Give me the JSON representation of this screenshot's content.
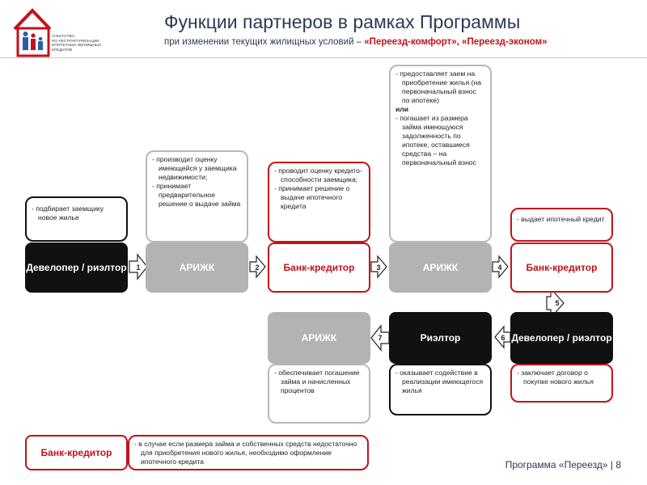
{
  "logo": {
    "lines": [
      "АГЕНТСТВО",
      "ПО РЕСТРУКТУРИЗАЦИИ",
      "ИПОТЕЧНЫХ ЖИЛИЩНЫХ",
      "КРЕДИТОВ"
    ]
  },
  "header": {
    "title": "Функции партнеров в рамках Программы",
    "subtitle_prefix": "при изменении текущих жилищных условий – ",
    "subtitle_highlight": "«Переезд-комфорт», «Переезд-эконом»"
  },
  "row1": {
    "boxes": [
      {
        "label": "Девелопер / риэлтор"
      },
      {
        "label": "АРИЖК"
      },
      {
        "label": "Банк-кредитор"
      },
      {
        "label": "АРИЖК"
      },
      {
        "label": "Банк-кредитор"
      }
    ],
    "steps": [
      "1",
      "2",
      "3",
      "4"
    ],
    "notes": [
      {
        "items": [
          "подбирает заемщику новое жилье"
        ]
      },
      {
        "items": [
          "производит оценку имеющейся у заемщика недвижимости;",
          "принимает предварительное решение о выдаче займа"
        ]
      },
      {
        "items": [
          "проводит оценку кредито-способности заемщика;",
          "принимает решение о выдаче ипотечного кредита"
        ]
      },
      {
        "item1": "предоставляет заем на приобретение жилья (на первоначальный взнос по ипотеке)",
        "conj": "или",
        "item2": "погашает из размера займа имеющуюся задолженность по ипотеке, оставшиеся средства – на первоначальный взнос"
      },
      {
        "items": [
          "выдает ипотечный кредит"
        ]
      }
    ]
  },
  "row2": {
    "boxes": [
      {
        "label": "АРИЖК"
      },
      {
        "label": "Риэлтор"
      },
      {
        "label": "Девелопер / риэлтор"
      }
    ],
    "steps": [
      "5",
      "6",
      "7"
    ],
    "notes": [
      {
        "items": [
          "обеспечивает погашение займа и начисленных процентов"
        ]
      },
      {
        "items": [
          "оказывает содействие в реализации имеющегося жилья"
        ]
      },
      {
        "items": [
          "заключает договор о покупке нового жилья"
        ]
      }
    ]
  },
  "bottom": {
    "box_label": "Банк-кредитор",
    "note": "в случае если размера займа и собственных средств недостаточно для приобретения нового жилья, необходимо оформление ипотечного кредита"
  },
  "footer": {
    "text": "Программа «Переезд» | 8"
  },
  "colors": {
    "accent_red": "#c0131b",
    "dark": "#111111",
    "gray": "#b3b3b3",
    "title_blue": "#2b3a55"
  }
}
